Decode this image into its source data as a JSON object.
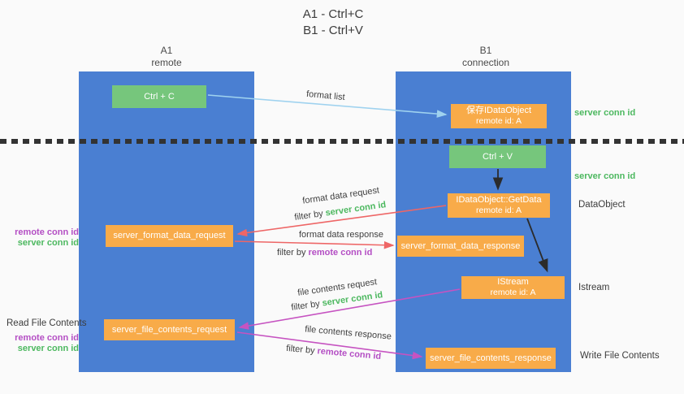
{
  "title": {
    "line1": "A1 - Ctrl+C",
    "line2": "B1 - Ctrl+V"
  },
  "columns": {
    "a": {
      "name": "A1",
      "role": "remote"
    },
    "b": {
      "name": "B1",
      "role": "connection"
    }
  },
  "nodes": {
    "ctrl_c": {
      "label": "Ctrl + C"
    },
    "save_idataobject": {
      "line1": "保存IDataObject",
      "line2": "remote id: A"
    },
    "ctrl_v": {
      "label": "Ctrl + V"
    },
    "idataobject_getdata": {
      "line1": "IDataObject::GetData",
      "line2": "remote id: A"
    },
    "server_format_data_request": {
      "label": "server_format_data_request"
    },
    "server_format_data_response": {
      "label": "server_format_data_response"
    },
    "istream": {
      "line1": "IStream",
      "line2": "remote id: A"
    },
    "server_file_contents_request": {
      "label": "server_file_contents_request"
    },
    "server_file_contents_response": {
      "label": "server_file_contents_response"
    }
  },
  "edge_labels": {
    "format_list": "format list",
    "format_data_request": "format data request",
    "format_data_response": "format data response",
    "file_contents_request": "file contents request",
    "file_contents_response": "file contents response",
    "filter_by": "filter by",
    "server_conn_id": "server conn id",
    "remote_conn_id": "remote conn id"
  },
  "side_labels": {
    "server_conn_id_top": "server conn id",
    "server_conn_id_mid": "server conn id",
    "dataobject": "DataObject",
    "istream": "Istream",
    "write_file_contents": "Write File Contents",
    "read_file_contents": "Read File Contents",
    "remote_conn_id": "remote conn id",
    "server_conn_id": "server conn id"
  },
  "colors": {
    "column_blue": "#4a7fd2",
    "node_orange": "#f8ab49",
    "node_green": "#76c67c",
    "arrow_red": "#ee6666",
    "arrow_pink": "#c653c1",
    "arrow_blue": "#9fd2ef",
    "arrow_black": "#2b2b2b",
    "text_green": "#4cb85f",
    "text_purple": "#b44ec4"
  }
}
